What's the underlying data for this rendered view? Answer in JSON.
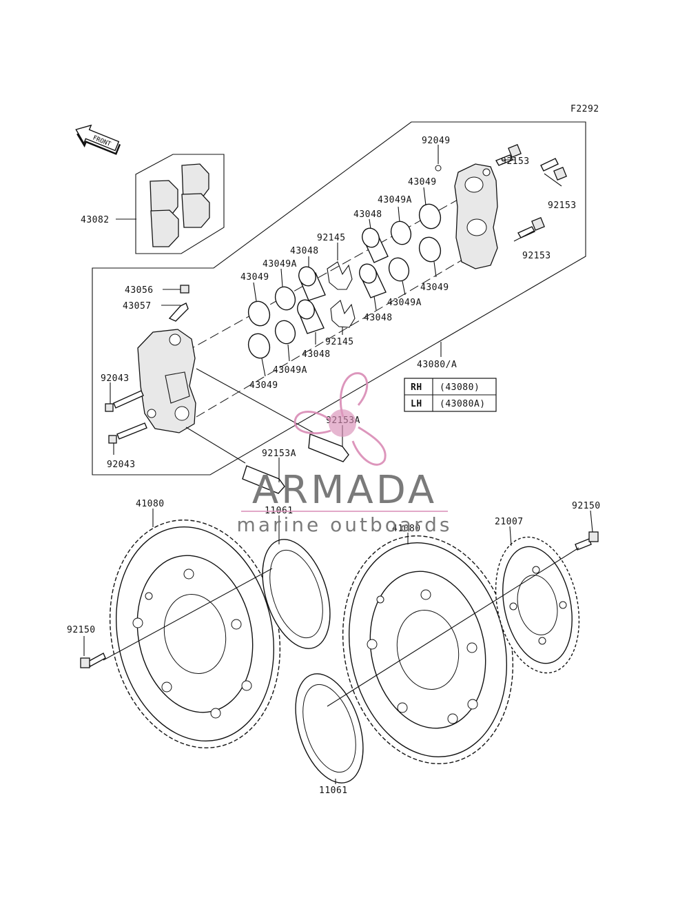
{
  "diagram": {
    "code": "F2292",
    "front_label": "FRONT",
    "labels": {
      "pads": "43082",
      "bolt_top": "92049",
      "seal_top": "43049",
      "seal_a1": "43049A",
      "piston1": "43048",
      "spring_top": "92145",
      "piston2": "43048",
      "seal_a2": "43049A",
      "seal2": "43049",
      "bolt_r1": "92153",
      "bolt_r2": "92153",
      "bolt_r3": "92153",
      "seal_r": "43049",
      "seal_a3": "43049A",
      "piston3": "43048",
      "bleeder": "43056",
      "cap": "43057",
      "spring_b": "92145",
      "piston4": "43048",
      "seal_a4": "43049A",
      "seal3": "43049",
      "assy": "43080/A",
      "mnt_bolt1": "92043",
      "mnt_bolt2": "92043",
      "pin_a1": "92153A",
      "pin_a2": "92153A",
      "disc_left": "41080",
      "shim_top": "11061",
      "disc_right": "41080",
      "sensor_ring": "21007",
      "screw_r": "92150",
      "screw_l": "92150",
      "shim_bottom": "11061"
    },
    "table": [
      {
        "side": "RH",
        "part": "(43080)"
      },
      {
        "side": "LH",
        "part": "(43080A)"
      }
    ]
  },
  "watermark": {
    "brand": "ARMADA",
    "tagline": "marine outboards",
    "brand_color": "#7a7a7a",
    "accent_color": "#d98bb5"
  }
}
